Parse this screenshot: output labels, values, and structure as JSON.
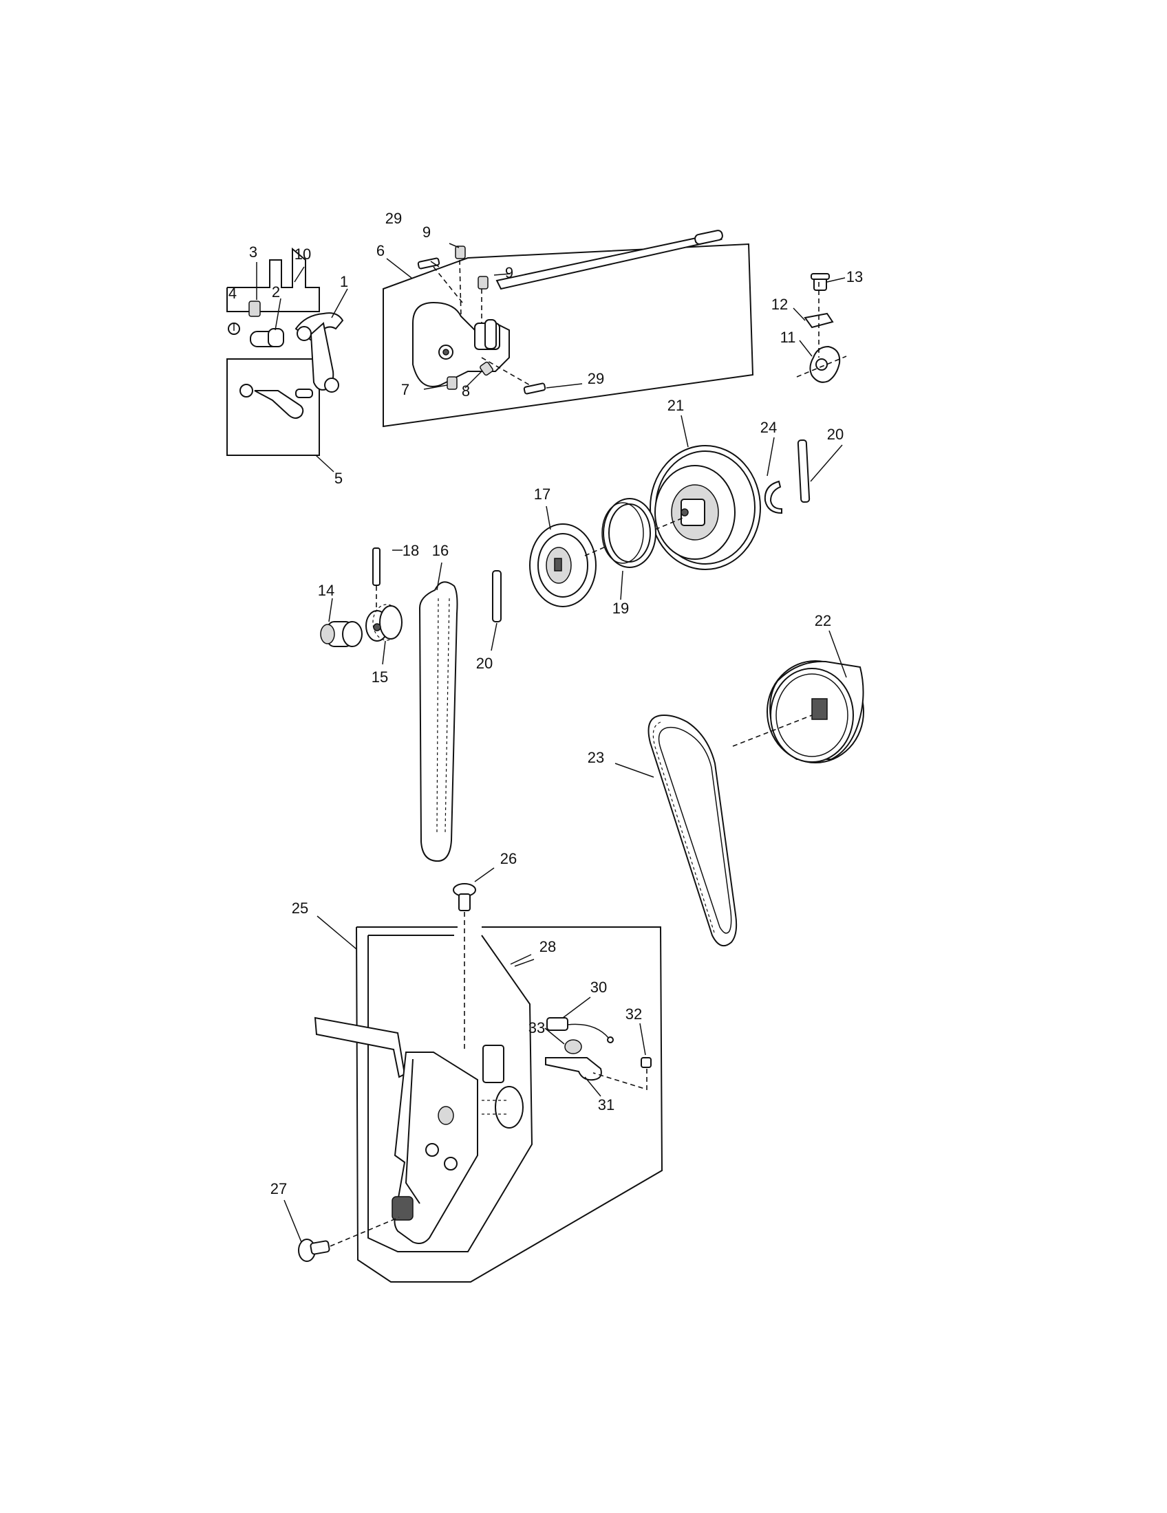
{
  "diagram": {
    "type": "exploded parts diagram",
    "callouts": [
      {
        "id": "c1",
        "label": "1"
      },
      {
        "id": "c2",
        "label": "2"
      },
      {
        "id": "c3",
        "label": "3"
      },
      {
        "id": "c4",
        "label": "4"
      },
      {
        "id": "c5",
        "label": "5"
      },
      {
        "id": "c6",
        "label": "6"
      },
      {
        "id": "c7",
        "label": "7"
      },
      {
        "id": "c8",
        "label": "8"
      },
      {
        "id": "c9a",
        "label": "9"
      },
      {
        "id": "c9b",
        "label": "9"
      },
      {
        "id": "c10",
        "label": "10"
      },
      {
        "id": "c11",
        "label": "11"
      },
      {
        "id": "c12",
        "label": "12"
      },
      {
        "id": "c13",
        "label": "13"
      },
      {
        "id": "c14",
        "label": "14"
      },
      {
        "id": "c15",
        "label": "15"
      },
      {
        "id": "c16",
        "label": "16"
      },
      {
        "id": "c17",
        "label": "17"
      },
      {
        "id": "c18",
        "label": "18"
      },
      {
        "id": "c19",
        "label": "19"
      },
      {
        "id": "c20a",
        "label": "20"
      },
      {
        "id": "c20b",
        "label": "20"
      },
      {
        "id": "c21",
        "label": "21"
      },
      {
        "id": "c22",
        "label": "22"
      },
      {
        "id": "c23",
        "label": "23"
      },
      {
        "id": "c24",
        "label": "24"
      },
      {
        "id": "c25",
        "label": "25"
      },
      {
        "id": "c26",
        "label": "26"
      },
      {
        "id": "c27",
        "label": "27"
      },
      {
        "id": "c28",
        "label": "28"
      },
      {
        "id": "c29a",
        "label": "29"
      },
      {
        "id": "c29b",
        "label": "29"
      },
      {
        "id": "c30",
        "label": "30"
      },
      {
        "id": "c31",
        "label": "31"
      },
      {
        "id": "c32",
        "label": "32"
      },
      {
        "id": "c33",
        "label": "33"
      }
    ]
  }
}
